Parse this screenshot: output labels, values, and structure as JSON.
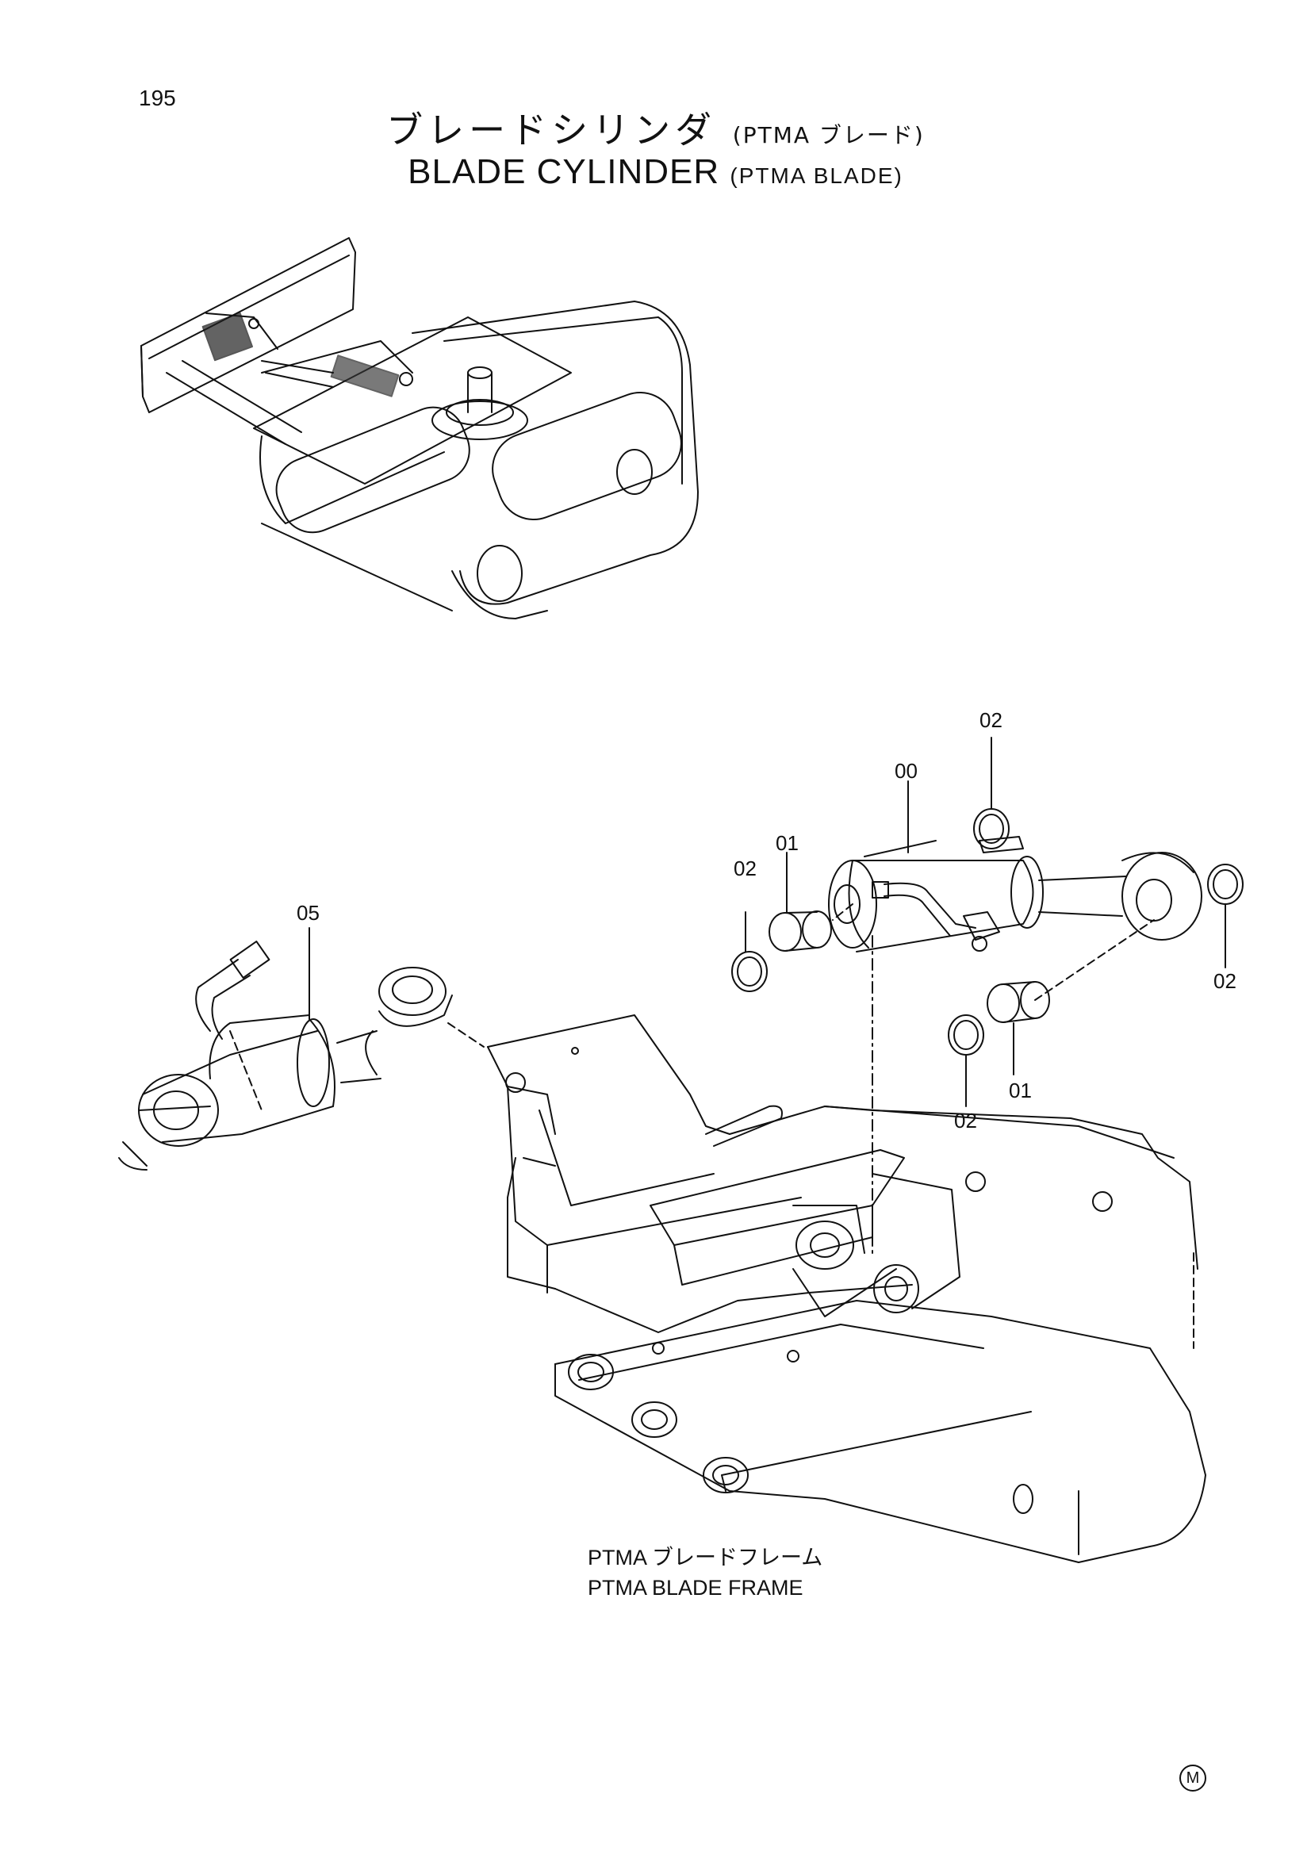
{
  "page": {
    "number": "195"
  },
  "title": {
    "jp_main": "ブレードシリンダ",
    "jp_sub": "(PTMA ブレード)",
    "en_main": "BLADE CYLINDER",
    "en_sub": "(PTMA BLADE)"
  },
  "callouts": [
    {
      "id": "c-02-top",
      "label": "02"
    },
    {
      "id": "c-00",
      "label": "00"
    },
    {
      "id": "c-01-left",
      "label": "01"
    },
    {
      "id": "c-02-left",
      "label": "02"
    },
    {
      "id": "c-05",
      "label": "05"
    },
    {
      "id": "c-02-right",
      "label": "02"
    },
    {
      "id": "c-01-bottom",
      "label": "01"
    },
    {
      "id": "c-02-bottom",
      "label": "02"
    }
  ],
  "frame_label": {
    "jp": "PTMA ブレードフレーム",
    "en": "PTMA BLADE FRAME"
  },
  "marker": "M"
}
